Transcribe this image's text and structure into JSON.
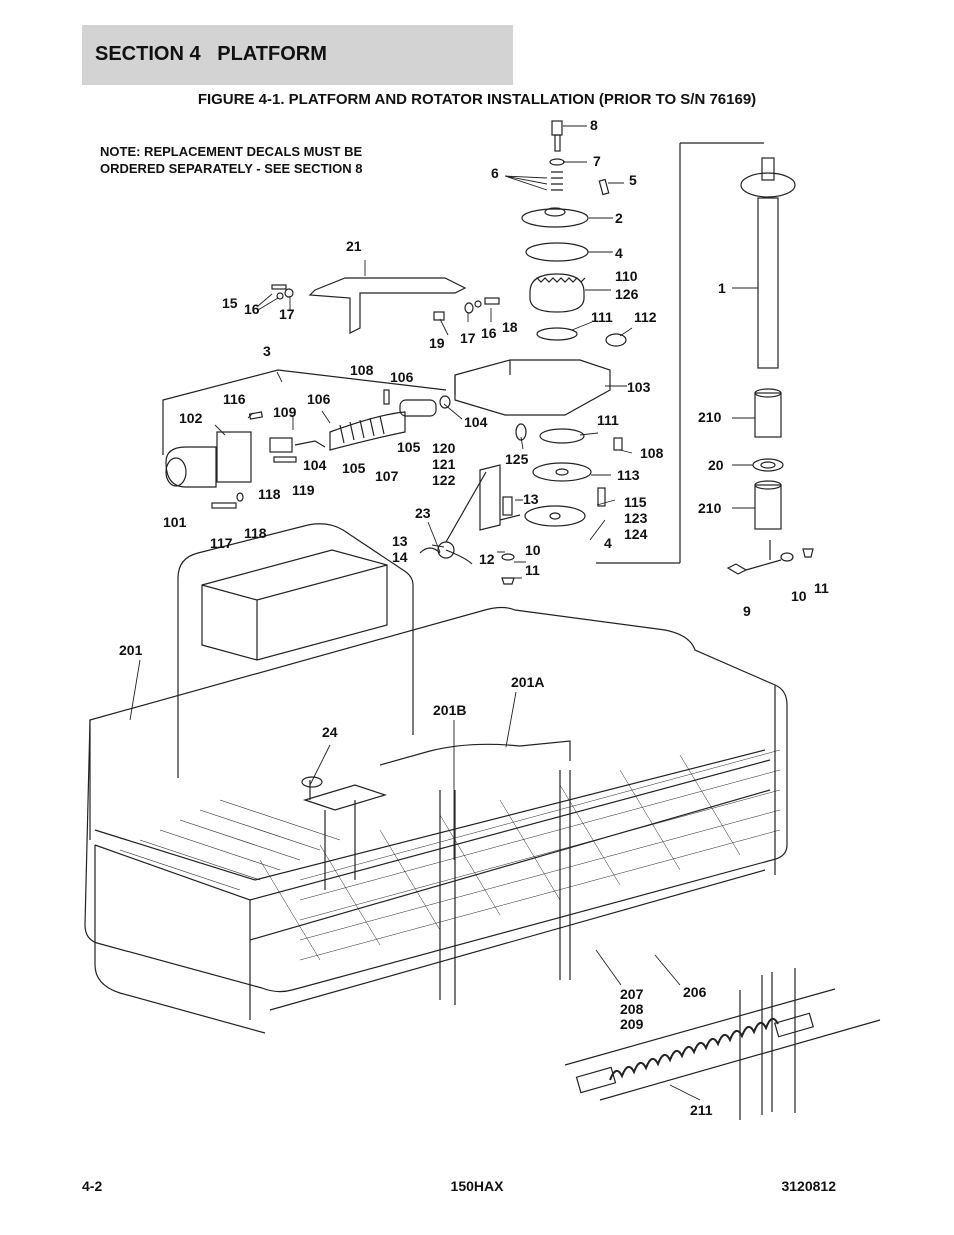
{
  "header": {
    "section": "SECTION 4   PLATFORM"
  },
  "figure": {
    "title": "FIGURE 4-1. PLATFORM AND ROTATOR INSTALLATION (PRIOR TO S/N 76169)"
  },
  "note": {
    "line1": "NOTE: REPLACEMENT DECALS MUST BE",
    "line2": "ORDERED SEPARATELY - SEE SECTION 8"
  },
  "callouts": {
    "c8": "8",
    "c7": "7",
    "c6": "6",
    "c5": "5",
    "c2": "2",
    "c4a": "4",
    "c110": "110",
    "c126": "126",
    "c1": "1",
    "c111a": "111",
    "c112": "112",
    "c103": "103",
    "c21": "21",
    "c15": "15",
    "c16a": "16",
    "c17a": "17",
    "c17b": "17",
    "c16b": "16",
    "c18": "18",
    "c19": "19",
    "c3": "3",
    "c108a": "108",
    "c106a": "106",
    "c116": "116",
    "c102": "102",
    "c109": "109",
    "c106b": "106",
    "c104a": "104",
    "c104b": "104",
    "c105a": "105",
    "c105b": "105",
    "c107": "107",
    "c120": "120",
    "c121": "121",
    "c122": "122",
    "c111b": "111",
    "c108b": "108",
    "c125": "125",
    "c113": "113",
    "c210a": "210",
    "c20": "20",
    "c210b": "210",
    "c101": "101",
    "c118a": "118",
    "c119": "119",
    "c117": "117",
    "c118b": "118",
    "c13a": "13",
    "c115": "115",
    "c123": "123",
    "c124": "124",
    "c4b": "4",
    "c23": "23",
    "c13b": "13",
    "c14": "14",
    "c12": "12",
    "c10a": "10",
    "c11a": "11",
    "c9": "9",
    "c10b": "10",
    "c11b": "11",
    "c201": "201",
    "c201A": "201A",
    "c201B": "201B",
    "c24": "24",
    "c207": "207",
    "c208": "208",
    "c209": "209",
    "c206": "206",
    "c211": "211"
  },
  "footer": {
    "left": "4-2",
    "center": "150HAX",
    "right": "3120812"
  }
}
